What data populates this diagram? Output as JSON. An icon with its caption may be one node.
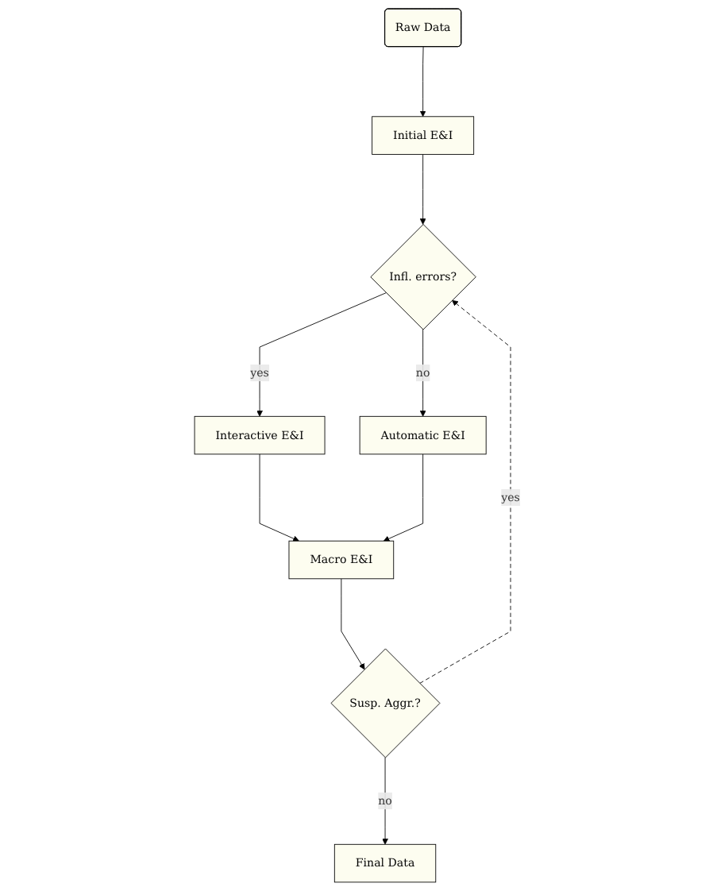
{
  "diagram": {
    "nodes": [
      {
        "text": [
          "Raw Data"
        ]
      },
      {
        "text": [
          "Initial E&I"
        ]
      },
      {
        "text": [
          "Infl. errors?"
        ]
      },
      {
        "text": [
          "Interactive E&I"
        ]
      },
      {
        "text": [
          "Automatic E&I"
        ]
      },
      {
        "text": [
          "Macro E&I"
        ]
      },
      {
        "text": [
          "Susp. Aggr.?"
        ]
      },
      {
        "text": [
          "Final Data"
        ]
      }
    ],
    "edges": [
      {
        "from": 0,
        "to": 1,
        "arrow": "to"
      },
      {
        "from": 1,
        "to": 2,
        "arrow": "to"
      },
      {
        "from": 2,
        "to": 3,
        "arrow": "to",
        "label": "yes"
      },
      {
        "from": 2,
        "to": 4,
        "arrow": "to",
        "label": "no"
      },
      {
        "from": 3,
        "to": 5,
        "arrow": "to"
      },
      {
        "from": 4,
        "to": 5,
        "arrow": "to"
      },
      {
        "from": 5,
        "to": 6,
        "arrow": "to"
      },
      {
        "from": 6,
        "to": 7,
        "arrow": "to",
        "label": "no"
      },
      {
        "from": 6,
        "to": 2,
        "arrow": "to",
        "label": "yes",
        "style": "dashed"
      }
    ]
  }
}
